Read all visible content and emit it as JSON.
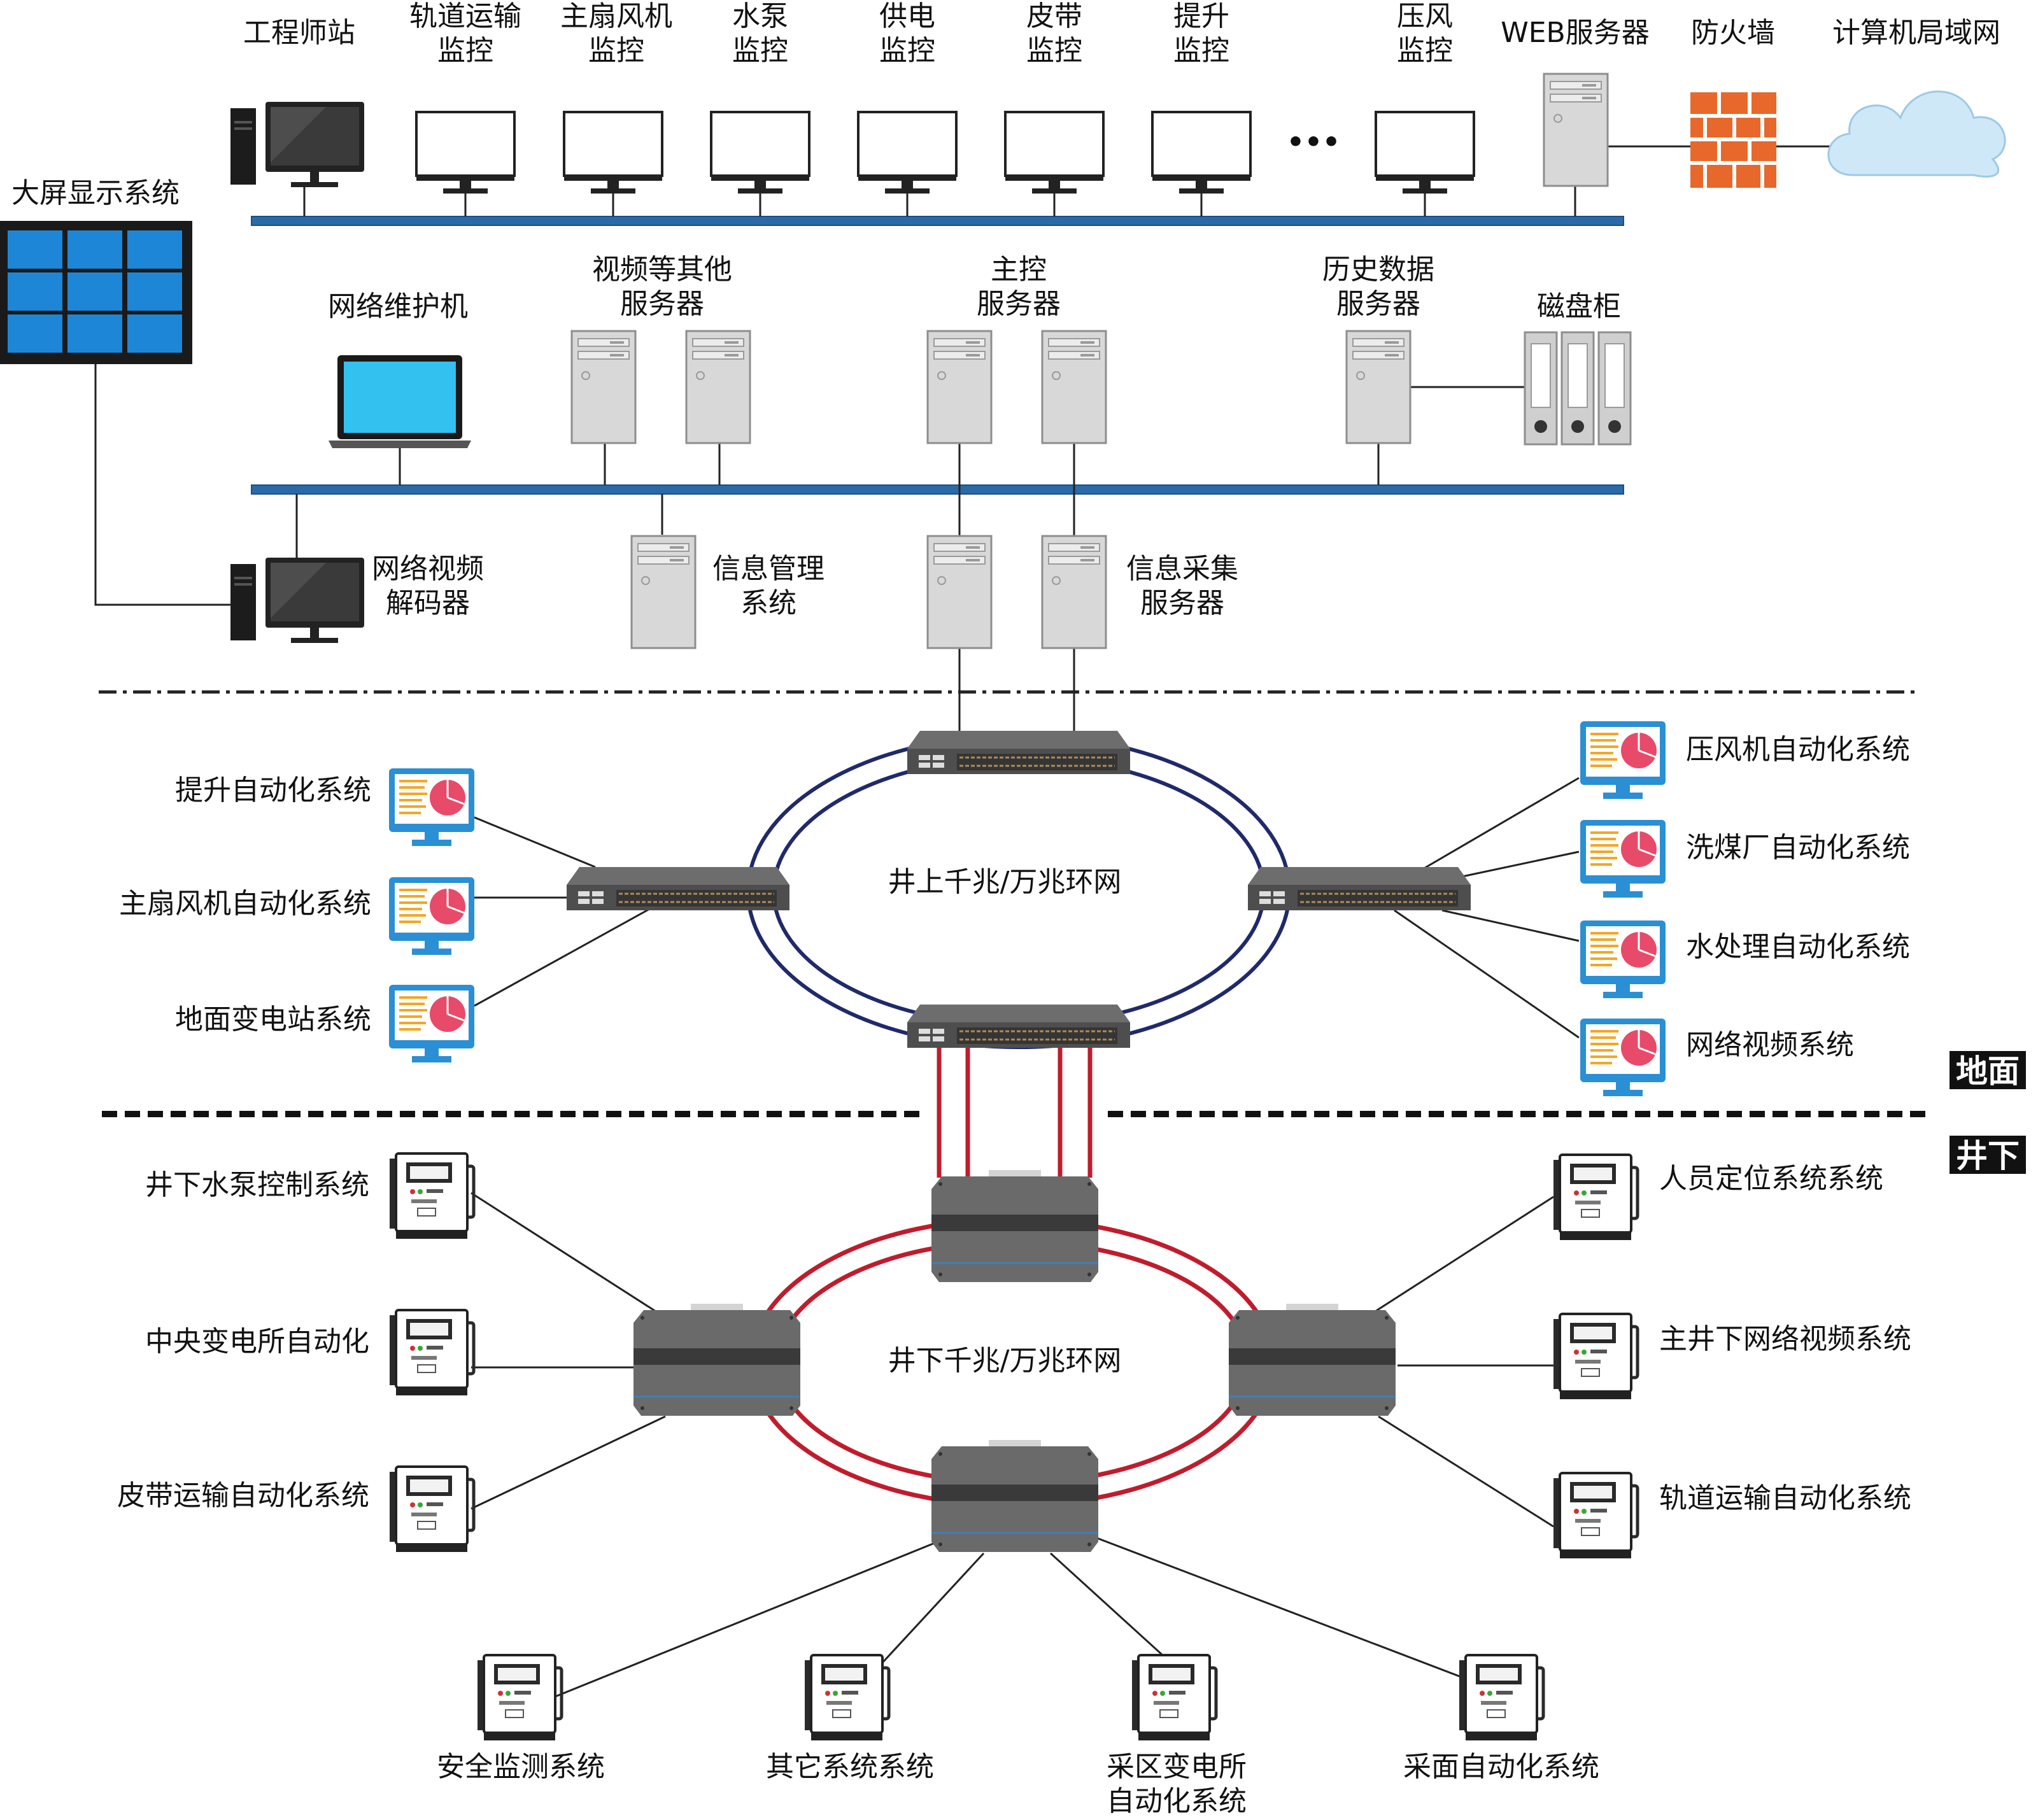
{
  "top_workstations": [
    {
      "id": "engineer",
      "lines": [
        "工程师站"
      ],
      "type": "pc"
    },
    {
      "id": "rail",
      "lines": [
        "轨道运输",
        "监控"
      ],
      "type": "monitor"
    },
    {
      "id": "fan",
      "lines": [
        "主扇风机",
        "监控"
      ],
      "type": "monitor"
    },
    {
      "id": "pump",
      "lines": [
        "水泵",
        "监控"
      ],
      "type": "monitor"
    },
    {
      "id": "power",
      "lines": [
        "供电",
        "监控"
      ],
      "type": "monitor"
    },
    {
      "id": "belt",
      "lines": [
        "皮带",
        "监控"
      ],
      "type": "monitor"
    },
    {
      "id": "hoist",
      "lines": [
        "提升",
        "监控"
      ],
      "type": "monitor"
    },
    {
      "id": "compressor",
      "lines": [
        "压风",
        "监控"
      ],
      "type": "monitor"
    }
  ],
  "ellipsis": "•••",
  "web_server": "WEB服务器",
  "firewall": "防火墙",
  "lan": "计算机局域网",
  "big_screen": "大屏显示系统",
  "maint_pc": "网络维护机",
  "video_servers": [
    "视频等其他",
    "服务器"
  ],
  "main_servers": [
    "主控",
    "服务器"
  ],
  "history_server": [
    "历史数据",
    "服务器"
  ],
  "disk_cabinet": "磁盘柜",
  "video_decoder": [
    "网络视频",
    "解码器"
  ],
  "info_mgmt": [
    "信息管理",
    "系统"
  ],
  "info_collect": [
    "信息采集",
    "服务器"
  ],
  "surface_ring": "井上千兆/万兆环网",
  "underground_ring": "井下千兆/万兆环网",
  "surface_left": [
    "提升自动化系统",
    "主扇风机自动化系统",
    "地面变电站系统"
  ],
  "surface_right": [
    "压风机自动化系统",
    "洗煤厂自动化系统",
    "水处理自动化系统",
    "网络视频系统"
  ],
  "zone_surface": "地面",
  "zone_underground": "井下",
  "under_left": [
    "井下水泵控制系统",
    "中央变电所自动化",
    "皮带运输自动化系统"
  ],
  "under_right": [
    "人员定位系统系统",
    "主井下网络视频系统",
    "轨道运输自动化系统"
  ],
  "under_bottom": [
    [
      "安全监测系统"
    ],
    [
      "其它系统系统"
    ],
    [
      "采区变电所",
      "自动化系统"
    ],
    [
      "采面自动化系统"
    ]
  ],
  "colors": {
    "bus": "#2b6aa8",
    "surface_ring": "#1f2a6b",
    "under_ring": "#c01c2c",
    "screen_blue": "#1e86d6",
    "firewall": "#e8682b",
    "cloud": "#c9e6f7"
  }
}
